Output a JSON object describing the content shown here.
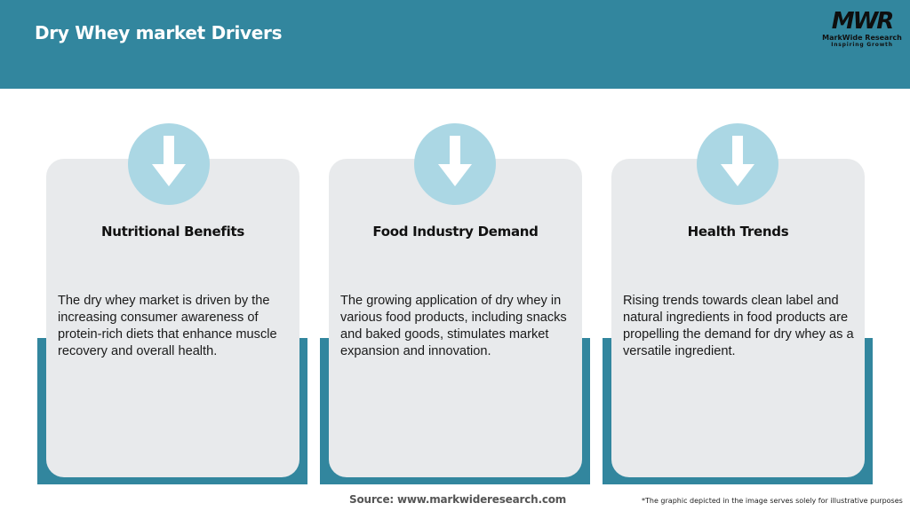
{
  "header": {
    "title": "Dry Whey market Drivers",
    "background_color": "#32869e",
    "logo": {
      "mark": "MWR",
      "name": "MarkWide Research",
      "tagline": "Inspiring Growth"
    }
  },
  "cards": [
    {
      "icon": "arrow-down-icon",
      "title": "Nutritional Benefits",
      "body": "The dry whey market is driven by the increasing consumer awareness of protein-rich diets that enhance muscle recovery and overall health."
    },
    {
      "icon": "arrow-down-icon",
      "title": "Food Industry Demand",
      "body": "The growing application of dry whey in various food products, including snacks and baked goods, stimulates market expansion and innovation."
    },
    {
      "icon": "arrow-down-icon",
      "title": "Health Trends",
      "body": "Rising trends towards clean label and natural ingredients in food products are propelling the demand for dry whey as a versatile ingredient."
    }
  ],
  "colors": {
    "accent_teal": "#32869e",
    "card_gray": "#e8eaec",
    "icon_circle": "#abd7e4"
  },
  "footer": {
    "source": "Source: www.markwideresearch.com",
    "disclaimer": "*The graphic depicted in the image serves solely for illustrative purposes"
  }
}
